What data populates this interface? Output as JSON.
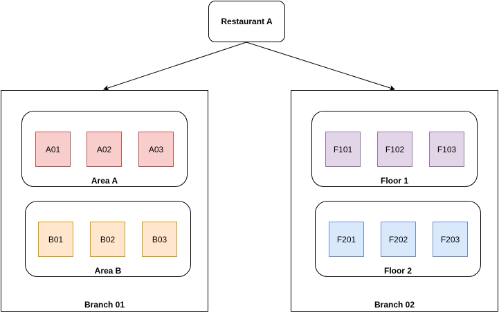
{
  "root": {
    "label": "Restaurant A"
  },
  "branches": [
    {
      "label": "Branch 01",
      "groups": [
        {
          "label": "Area A",
          "tables": [
            "A01",
            "A02",
            "A03"
          ],
          "fill": "#f8cecc",
          "stroke": "#b85450"
        },
        {
          "label": "Area B",
          "tables": [
            "B01",
            "B02",
            "B03"
          ],
          "fill": "#ffe6cc",
          "stroke": "#d79b00"
        }
      ]
    },
    {
      "label": "Branch 02",
      "groups": [
        {
          "label": "Floor 1",
          "tables": [
            "F101",
            "F102",
            "F103"
          ],
          "fill": "#e1d5e7",
          "stroke": "#9673a6"
        },
        {
          "label": "Floor 2",
          "tables": [
            "F201",
            "F202",
            "F203"
          ],
          "fill": "#dae8fc",
          "stroke": "#6c8ebf"
        }
      ]
    }
  ]
}
